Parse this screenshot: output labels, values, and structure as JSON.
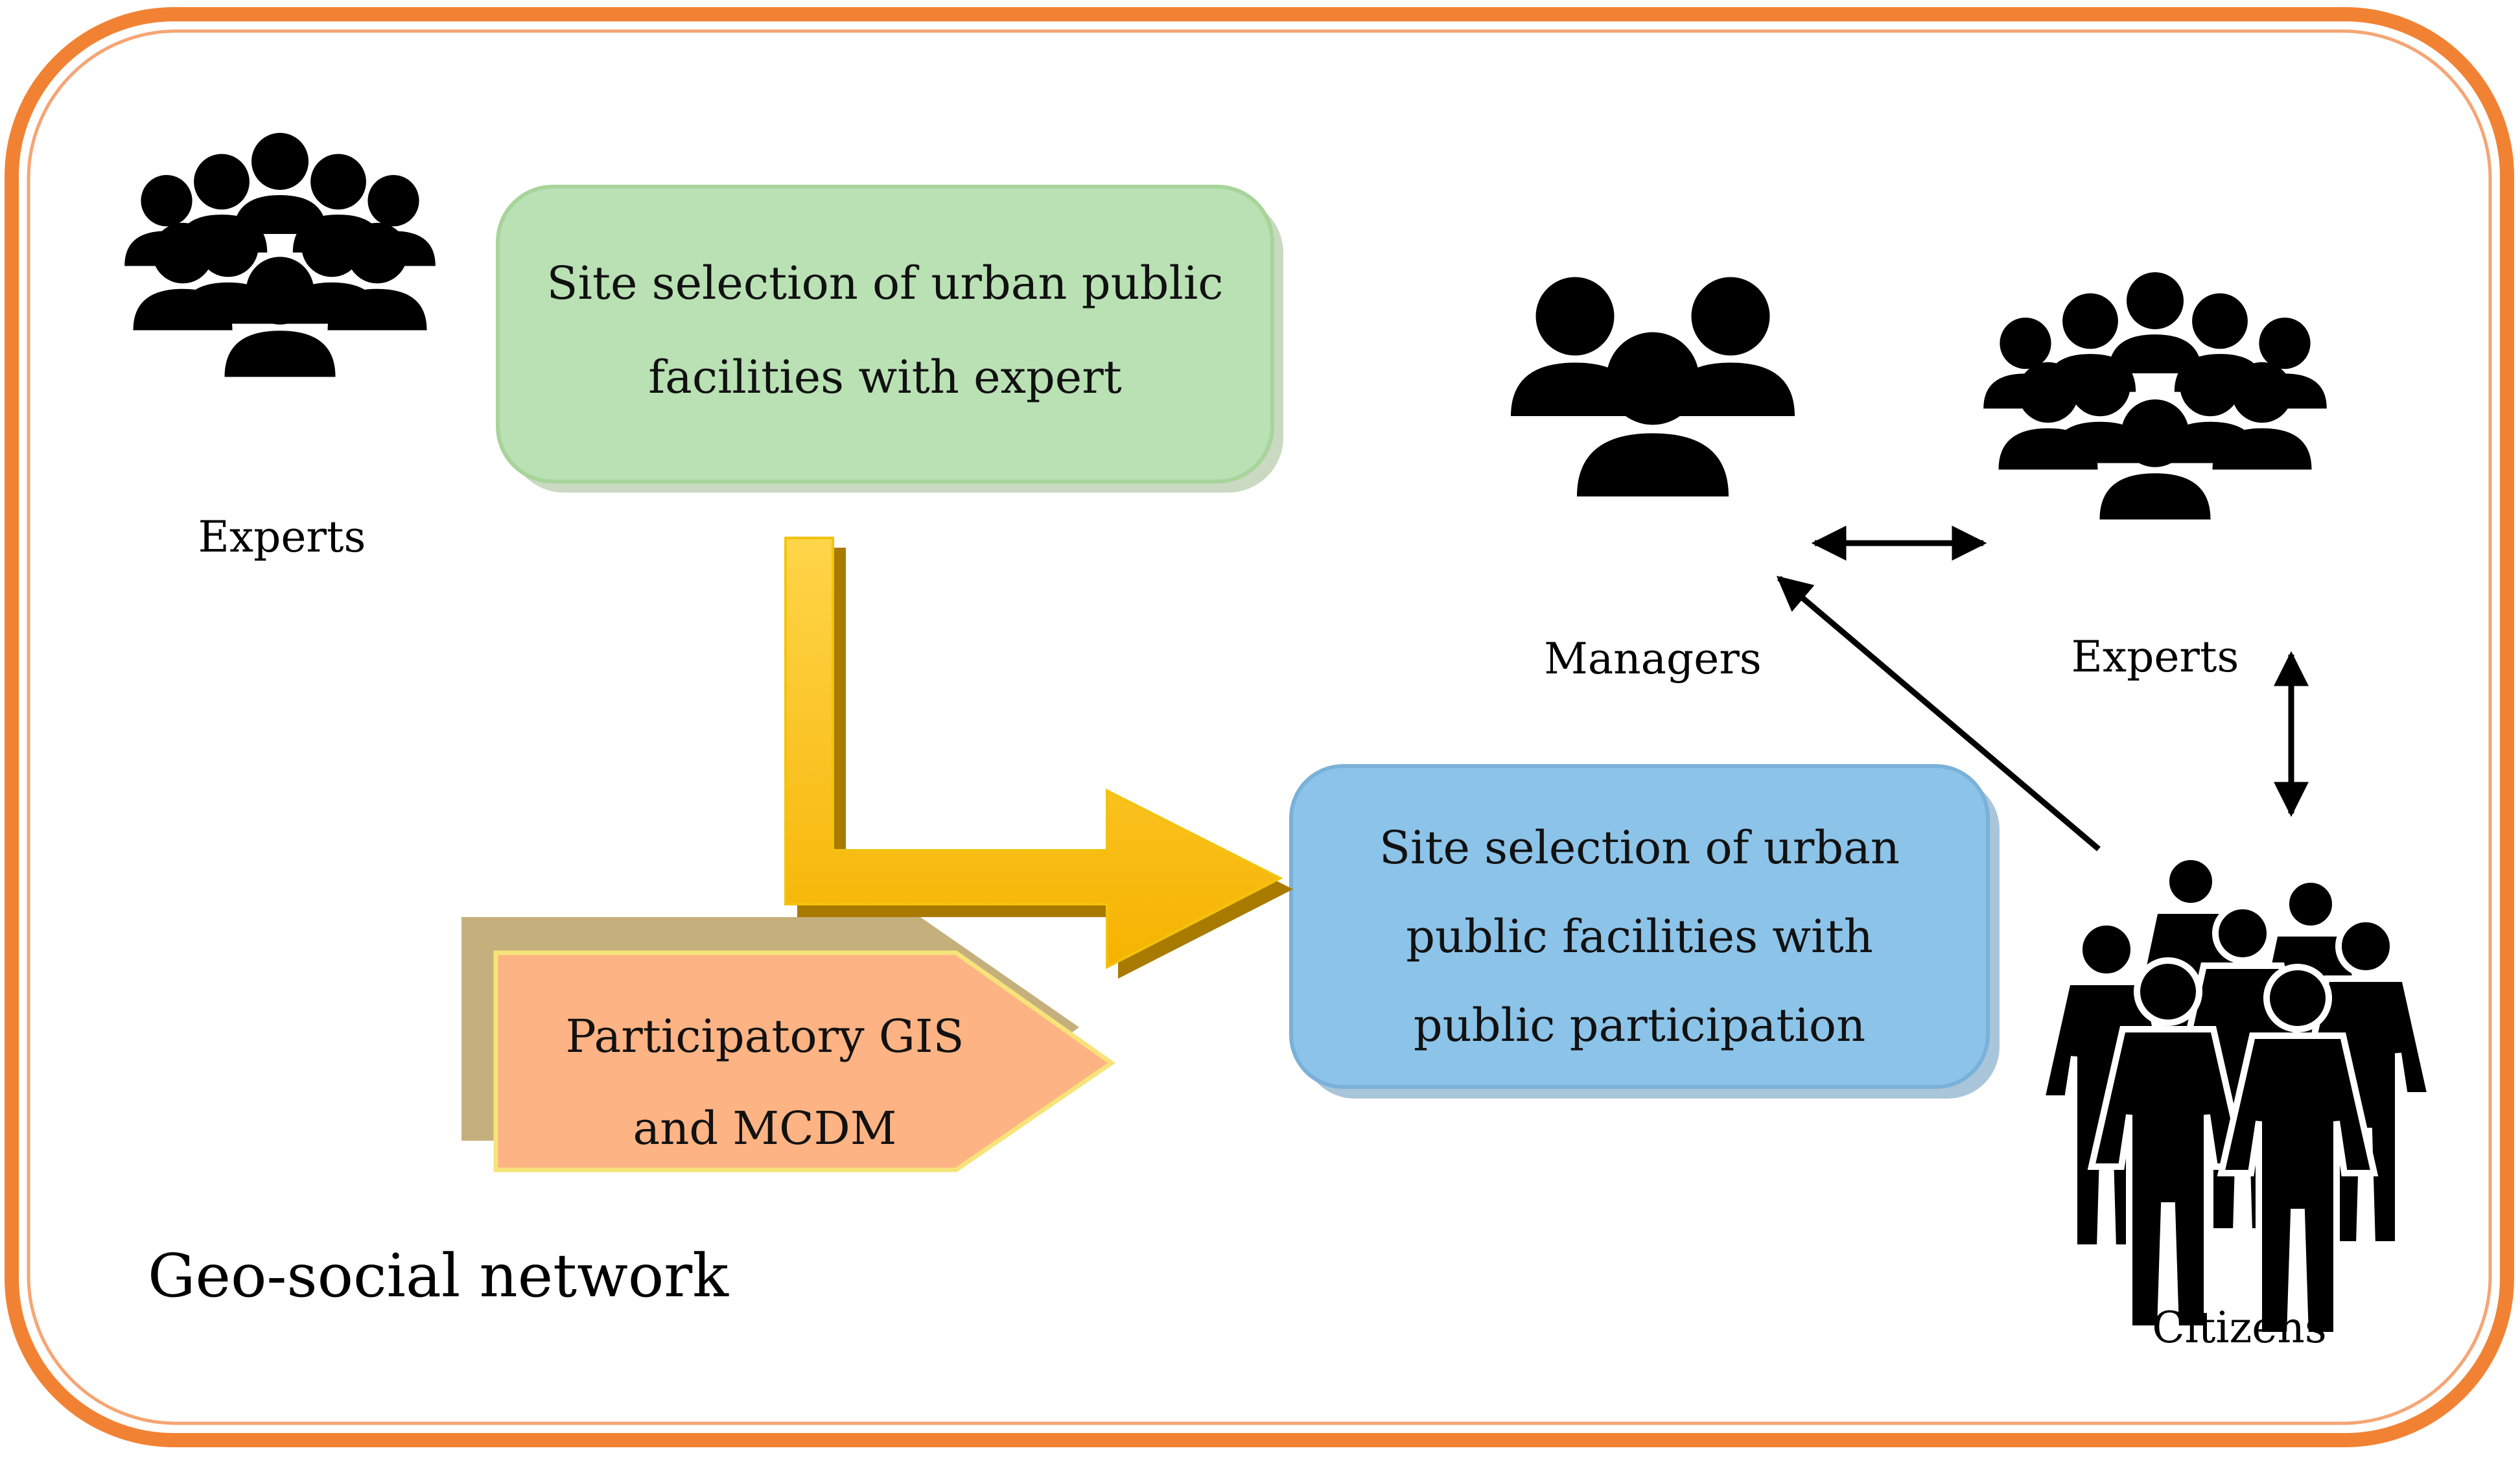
{
  "nodes": {
    "expert_site_selection": {
      "line1": "Site selection of urban public",
      "line2": "facilities with expert"
    },
    "public_site_selection": {
      "line1": "Site selection of urban",
      "line2": "public facilities with",
      "line3": "public participation"
    },
    "pgis": {
      "line1": "Participatory GIS",
      "line2": "and MCDM"
    }
  },
  "actors": {
    "experts_left": "Experts",
    "managers": "Managers",
    "experts_right": "Experts",
    "citizens": "Citizens"
  },
  "network_label": "Geo-social network",
  "colors": {
    "frame": "#f28233",
    "green_box": "#b9e1b4",
    "blue_box": "#8cc3e8",
    "pgis_box": "#fdb383",
    "shadow": "#c5b07d",
    "arrow_yellow": "#ffc107",
    "arrow_dark": "#b8860b"
  },
  "icons": [
    "group-icon",
    "double-arrow-icon",
    "l-arrow-icon",
    "people-crowd-icon"
  ]
}
